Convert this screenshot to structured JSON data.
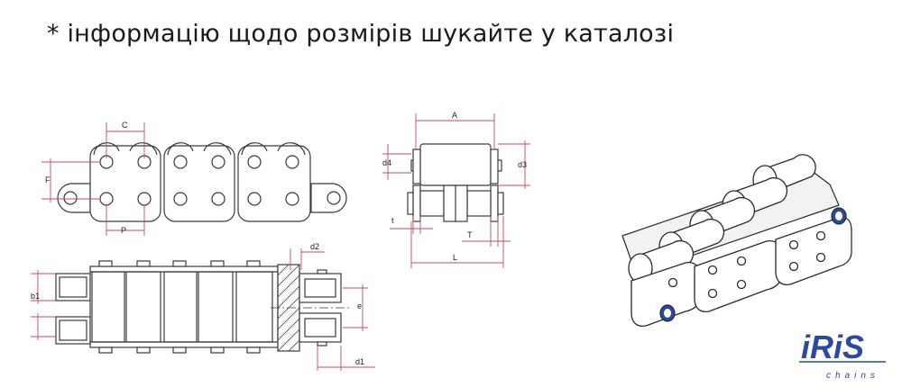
{
  "note": "* інформацію щодо розмірів шукайте у каталозі",
  "dims": {
    "C": "C",
    "F": "F",
    "P": "P",
    "A": "A",
    "d4": "d4",
    "d3": "d3",
    "t": "t",
    "T": "T",
    "L": "L",
    "d2": "d2",
    "b1": "b1",
    "e": "e",
    "d1": "d1"
  },
  "logo": {
    "word": "iRiS",
    "sub": "chains"
  },
  "colors": {
    "dimension": "#c94a5a",
    "logo": "#2d4a9a",
    "line": "#3a3a3a"
  }
}
